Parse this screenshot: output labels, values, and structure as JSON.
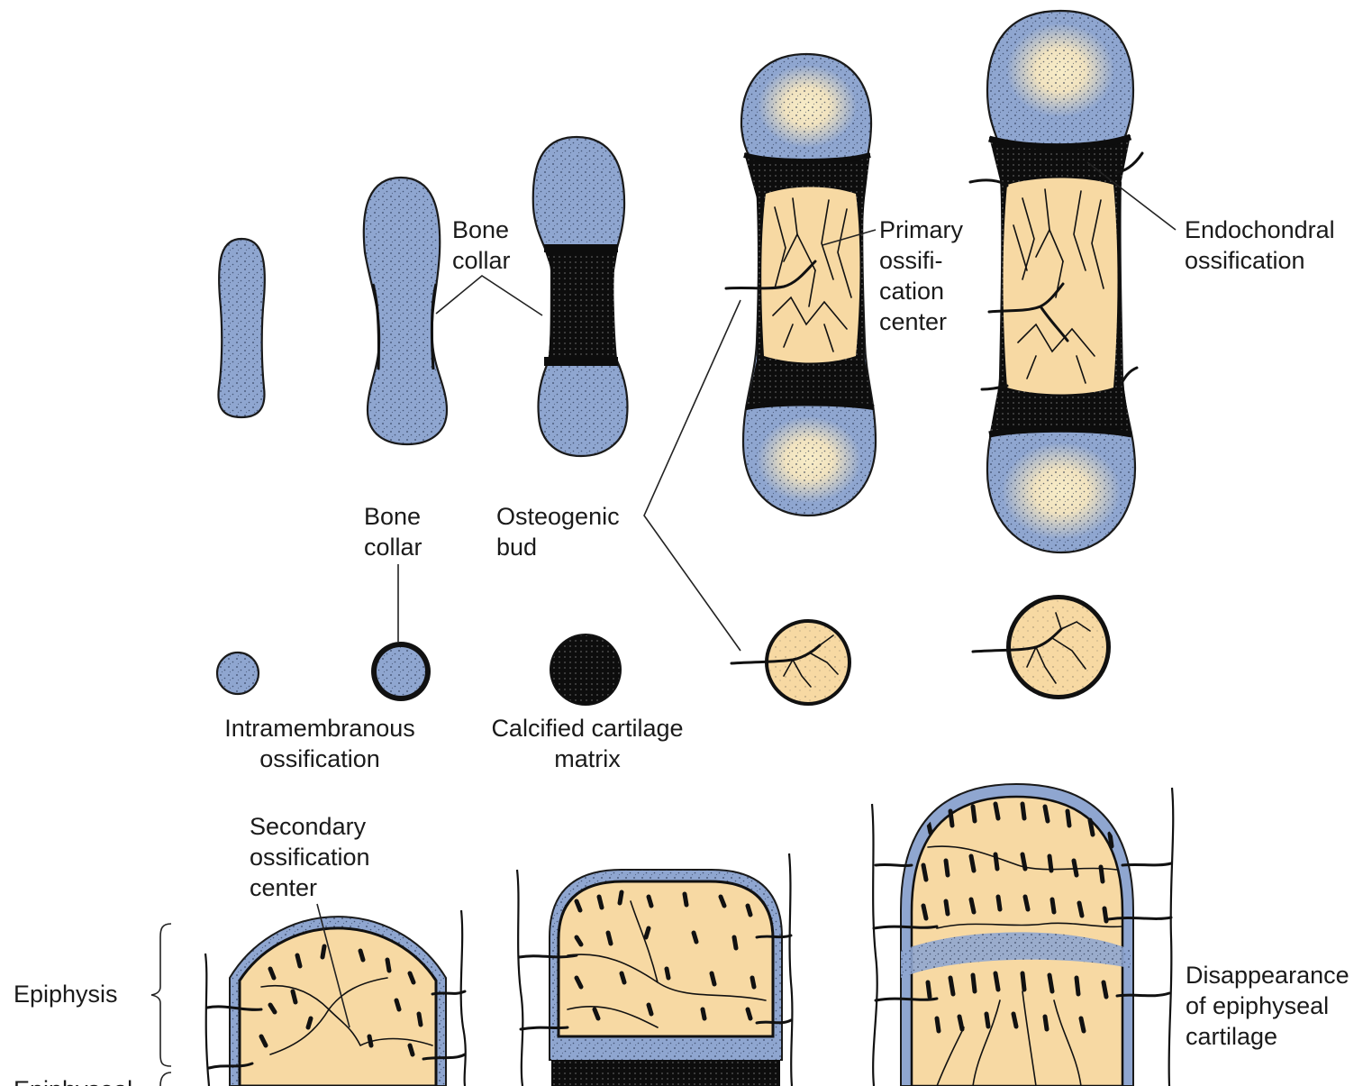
{
  "labels": {
    "bone_collar_top_1": "Bone",
    "bone_collar_top_2": "collar",
    "primary_center_1": "Primary",
    "primary_center_2": "ossifi-",
    "primary_center_3": "cation",
    "primary_center_4": "center",
    "endochondral_1": "Endochondral",
    "endochondral_2": "ossification",
    "bone_collar_mid_1": "Bone",
    "bone_collar_mid_2": "collar",
    "osteogenic_bud_1": "Osteogenic",
    "osteogenic_bud_2": "bud",
    "intramembranous_1": "Intramembranous",
    "intramembranous_2": "ossification",
    "calcified_1": "Calcified cartilage",
    "calcified_2": "matrix",
    "secondary_center_1": "Secondary",
    "secondary_center_2": "ossification",
    "secondary_center_3": "center",
    "epiphysis": "Epiphysis",
    "epiphyseal_partial": "Epiphyseal",
    "disappearance_1": "Disappearance",
    "disappearance_2": "of epiphyseal",
    "disappearance_3": "cartilage"
  },
  "colors": {
    "cartilage": "#8fa6d0",
    "cartilage_light": "#f6ebc6",
    "bone": "#f7d9a3",
    "calcified": "#111111"
  }
}
